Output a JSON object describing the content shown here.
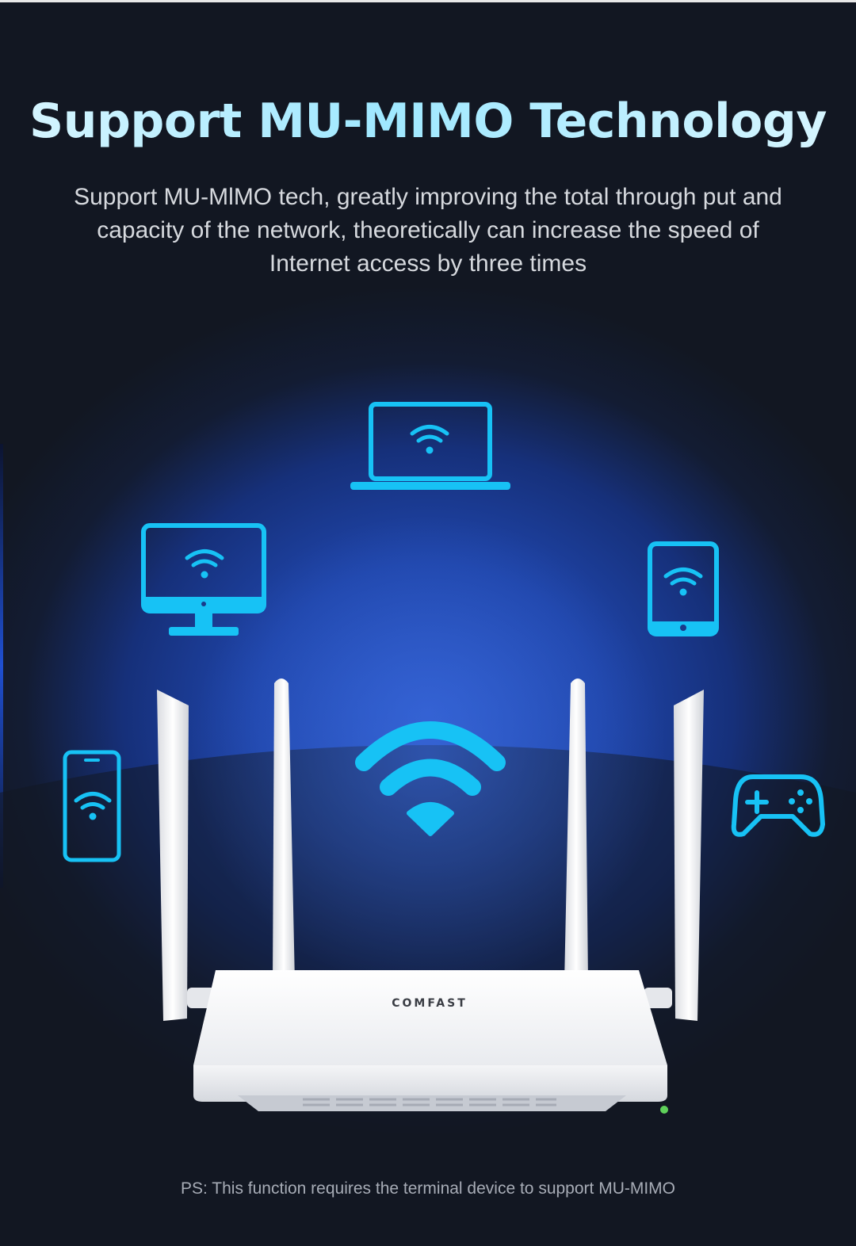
{
  "header": {
    "title": "Support MU-MIMO Technology",
    "subtitle": "Support MU-MlMO tech, greatly improving the total through put and capacity of the network, theoretically can increase the speed of Internet access by three times"
  },
  "router": {
    "brand": "COMFAST"
  },
  "footer": {
    "note": "PS: This function requires the terminal device to support MU-MIMO"
  },
  "colors": {
    "accent": "#17c2f5",
    "background": "#121722",
    "glow": "#2c58c9"
  },
  "icons": [
    "laptop-icon",
    "monitor-icon",
    "tablet-icon",
    "phone-icon",
    "gamepad-icon",
    "wifi-icon"
  ]
}
